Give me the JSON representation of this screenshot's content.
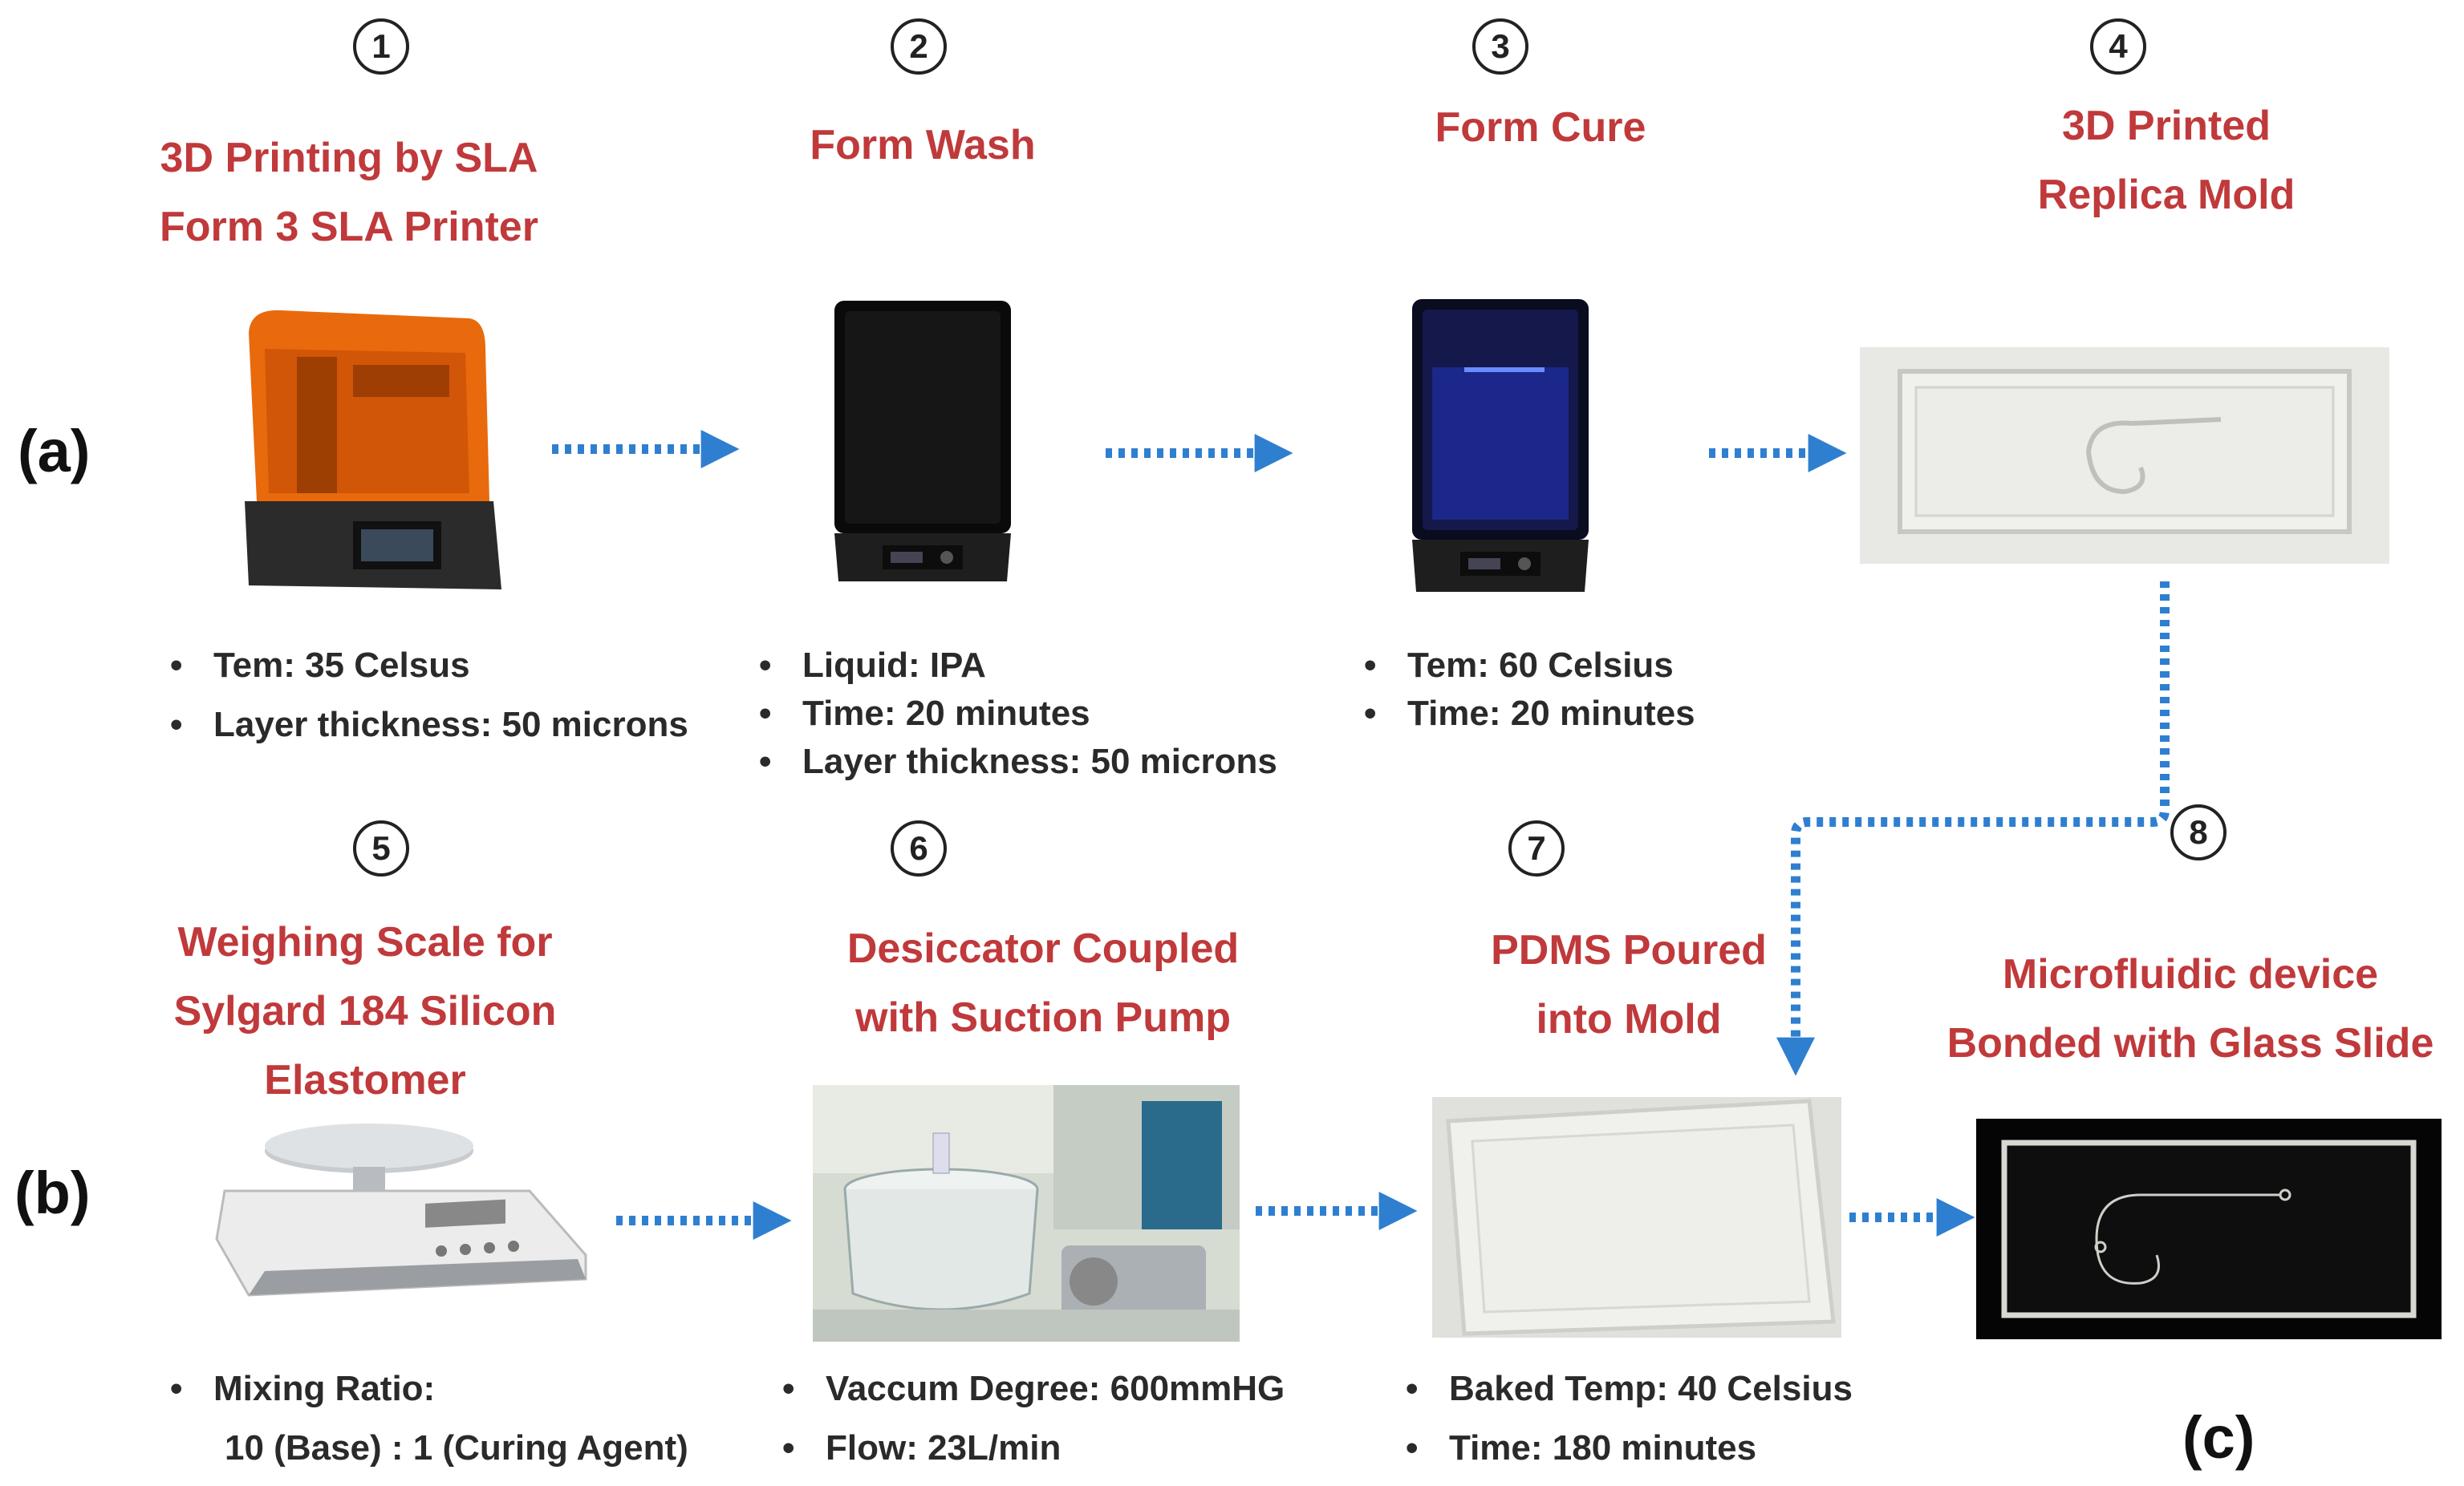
{
  "section_labels": {
    "a": "(a)",
    "b": "(b)",
    "c": "(c)"
  },
  "steps": [
    {
      "num": "1",
      "title": [
        "3D Printing by SLA",
        "Form 3 SLA Printer"
      ],
      "bullets": [
        "Tem: 35 Celsus",
        "Layer thickness: 50 microns"
      ]
    },
    {
      "num": "2",
      "title": [
        "Form Wash"
      ],
      "bullets": [
        "Liquid: IPA",
        "Time: 20 minutes",
        "Layer thickness: 50 microns"
      ]
    },
    {
      "num": "3",
      "title": [
        "Form Cure"
      ],
      "bullets": [
        "Tem: 60 Celsius",
        "Time: 20 minutes"
      ]
    },
    {
      "num": "4",
      "title": [
        "3D Printed",
        "Replica Mold"
      ],
      "bullets": []
    },
    {
      "num": "5",
      "title": [
        "Weighing Scale for",
        "Sylgard 184 Silicon",
        "Elastomer"
      ],
      "bullets": [
        "Mixing Ratio:",
        "10 (Base) : 1 (Curing Agent)"
      ]
    },
    {
      "num": "6",
      "title": [
        "Desiccator Coupled",
        "with Suction Pump"
      ],
      "bullets": [
        "Vaccum Degree: 600mmHG",
        "Flow: 23L/min"
      ]
    },
    {
      "num": "7",
      "title": [
        "PDMS Poured",
        "into Mold"
      ],
      "bullets": [
        "Baked Temp: 40 Celsius",
        "Time: 180 minutes"
      ]
    },
    {
      "num": "8",
      "title": [
        "Microfluidic device",
        "Bonded with Glass Slide"
      ],
      "bullets": []
    }
  ],
  "colors": {
    "title": "#c0393b",
    "arrow": "#2f7fd0",
    "text": "#2a2a2a"
  },
  "icons": [
    "sla-printer-image",
    "form-wash-image",
    "form-cure-image",
    "replica-mold-image",
    "weighing-scale-image",
    "desiccator-pump-image",
    "pdms-mold-image",
    "microfluidic-device-image"
  ]
}
